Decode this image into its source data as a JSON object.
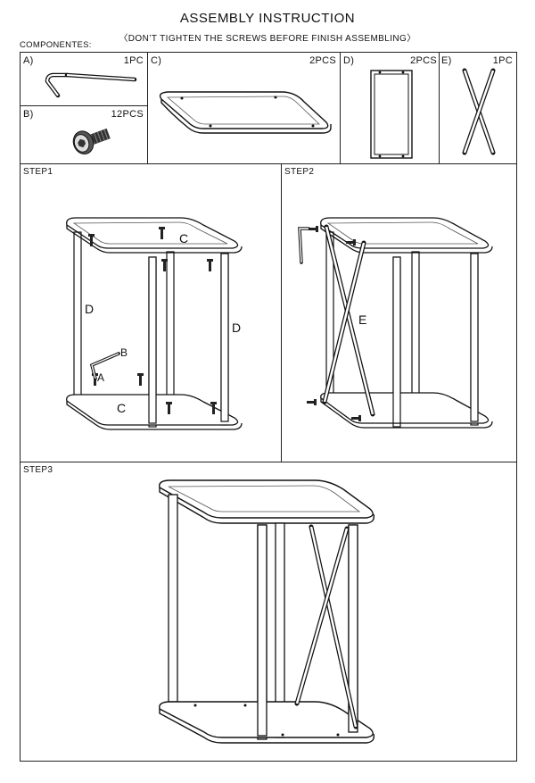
{
  "header": {
    "title": "ASSEMBLY INSTRUCTION",
    "subtitle": "〈DON’T TIGHTEN THE SCREWS BEFORE FINISH ASSEMBLING〉",
    "components_label": "COMPONENTES:"
  },
  "components": [
    {
      "id": "A)",
      "qty": "1PC",
      "icon": "hex-key-icon"
    },
    {
      "id": "B)",
      "qty": "12PCS",
      "icon": "screw-icon"
    },
    {
      "id": "C)",
      "qty": "2PCS",
      "icon": "tabletop-panel-icon"
    },
    {
      "id": "D)",
      "qty": "2PCS",
      "icon": "side-frame-icon"
    },
    {
      "id": "E)",
      "qty": "1PC",
      "icon": "cross-brace-icon"
    }
  ],
  "steps": [
    {
      "label": "STEP1",
      "parts": {
        "top": "C",
        "bottom": "C",
        "left": "D",
        "right": "D",
        "tool": "A",
        "screw": "B"
      }
    },
    {
      "label": "STEP2",
      "parts": {
        "brace": "E"
      }
    },
    {
      "label": "STEP3"
    }
  ]
}
